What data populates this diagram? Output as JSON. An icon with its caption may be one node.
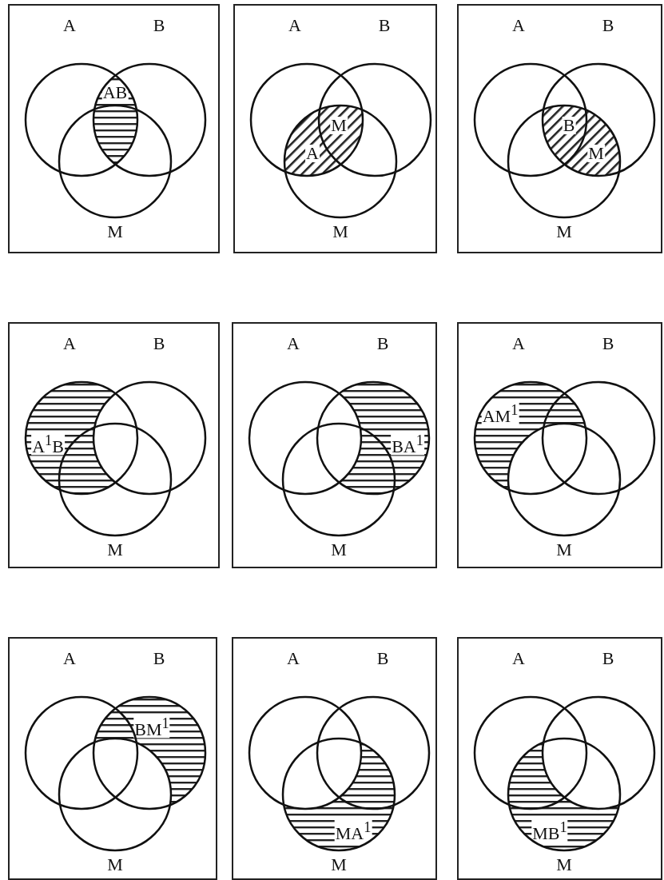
{
  "diagram": {
    "nodes": [
      {
        "text": [],
        "shape": "box"
      },
      {
        "text": [
          "A"
        ],
        "in": 0
      },
      {
        "text": [
          "B"
        ],
        "in": 0
      },
      {
        "text": [
          "M"
        ],
        "in": 0
      },
      {
        "text": [
          "AB"
        ],
        "in": 0
      },
      {
        "text": [],
        "shape": "box"
      },
      {
        "text": [
          "A"
        ],
        "in": 5
      },
      {
        "text": [
          "B"
        ],
        "in": 5
      },
      {
        "text": [
          "M"
        ],
        "in": 5
      },
      {
        "text": [
          "A",
          "M"
        ],
        "in": 5
      },
      {
        "text": [],
        "shape": "box"
      },
      {
        "text": [
          "A"
        ],
        "in": 10
      },
      {
        "text": [
          "B"
        ],
        "in": 10
      },
      {
        "text": [
          "M"
        ],
        "in": 10
      },
      {
        "text": [
          "B",
          "M"
        ],
        "in": 10
      },
      {
        "text": [],
        "shape": "box"
      },
      {
        "text": [
          "A"
        ],
        "in": 15
      },
      {
        "text": [
          "B"
        ],
        "in": 15
      },
      {
        "text": [
          "M"
        ],
        "in": 15
      },
      {
        "text": [
          "A$^{1}$B"
        ],
        "in": 15
      },
      {
        "text": [],
        "shape": "box"
      },
      {
        "text": [
          "A"
        ],
        "in": 20
      },
      {
        "text": [
          "B"
        ],
        "in": 20
      },
      {
        "text": [
          "M"
        ],
        "in": 20
      },
      {
        "text": [
          "BA$^{1}$"
        ],
        "in": 20
      },
      {
        "text": [],
        "shape": "box"
      },
      {
        "text": [
          "A"
        ],
        "in": 25
      },
      {
        "text": [
          "B"
        ],
        "in": 25
      },
      {
        "text": [
          "M"
        ],
        "in": 25
      },
      {
        "text": [
          "AM$^{1}$"
        ],
        "in": 25
      },
      {
        "text": [],
        "shape": "box"
      },
      {
        "text": [
          "A"
        ],
        "in": 30
      },
      {
        "text": [
          "B"
        ],
        "in": 30
      },
      {
        "text": [
          "M"
        ],
        "in": 30
      },
      {
        "text": [
          "BM$^{1}$"
        ],
        "in": 30
      },
      {
        "text": [],
        "shape": "box"
      },
      {
        "text": [
          "A"
        ],
        "in": 35
      },
      {
        "text": [
          "B"
        ],
        "in": 35
      },
      {
        "text": [
          "M"
        ],
        "in": 35
      },
      {
        "text": [
          "MA$^{1}$"
        ],
        "in": 35
      },
      {
        "text": [],
        "shape": "box"
      },
      {
        "text": [
          "A"
        ],
        "in": 40
      },
      {
        "text": [
          "B"
        ],
        "in": 40
      },
      {
        "text": [
          "M"
        ],
        "in": 40
      },
      {
        "text": [
          "MB$^{1}$"
        ],
        "in": 40
      }
    ],
    "edges": []
  }
}
